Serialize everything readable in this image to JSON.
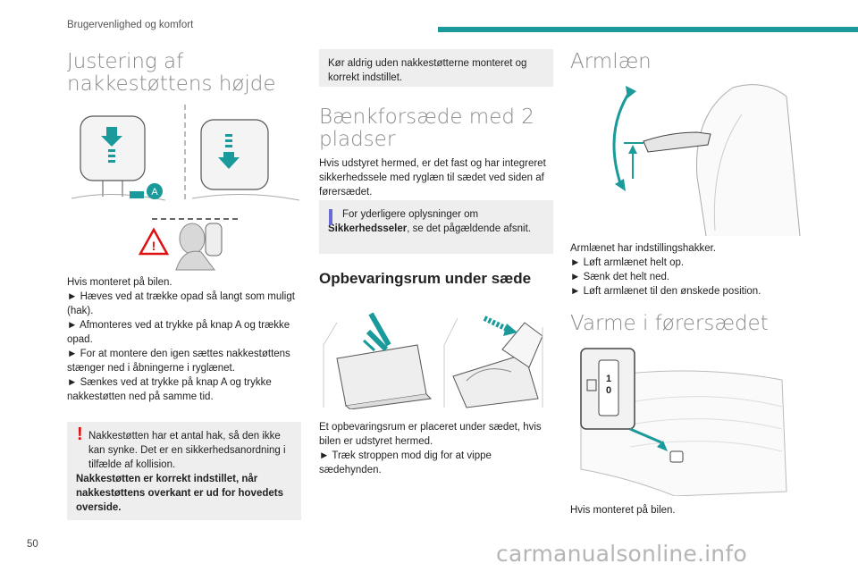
{
  "header": {
    "title": "Brugervenlighed og komfort"
  },
  "page_number": "50",
  "watermark": "carmanualsonline.info",
  "col1": {
    "title": "Justering af nakkestøttens højde",
    "figure": {
      "label_a": "A"
    },
    "paragraphs": [
      "Hvis monteret på bilen.",
      "► Hæves ved at trække opad så langt som muligt (hak).",
      "► Afmonteres ved at trykke på knap A og trække opad.",
      "► For at montere den igen sættes nakkestøttens stænger ned i åbningerne i ryglænet.",
      "► Sænkes ved at trykke på knap A og trykke nakkestøtten ned på samme tid."
    ],
    "warning": {
      "text": "Nakkestøtten har et antal hak, så den ikke kan synke. Det er en sikkerhedsanordning i tilfælde af kollision.",
      "bold": "Nakkestøtten er korrekt indstillet, når nakkestøttens overkant er ud for hovedets overside."
    }
  },
  "col2": {
    "note_top": "Kør aldrig uden nakkestøtterne monteret og korrekt indstillet.",
    "bench_title": "Bænkforsæde med 2 pladser",
    "bench_text": "Hvis udstyret hermed, er det fast og har integreret sikkerhedssele med ryglæn til sædet ved siden af førersædet.",
    "info": {
      "text_pre": "For yderligere oplysninger om ",
      "bold": "Sikkerhedsseler",
      "text_post": ", se det pågældende afsnit."
    },
    "storage_title": "Opbevaringsrum under sæde",
    "storage_paragraphs": [
      "Et opbevaringsrum er placeret under sædet, hvis bilen er udstyret hermed.",
      "► Træk stroppen mod dig for at vippe sædehynden."
    ]
  },
  "col3": {
    "armrest_title": "Armlæn",
    "armrest_paragraphs": [
      "Armlænet har indstillingshakker.",
      "► Løft armlænet helt op.",
      "► Sænk det helt ned.",
      "► Løft armlænet til den ønskede position."
    ],
    "heat_title": "Varme i førersædet",
    "heat_switch": {
      "top": "1",
      "bottom": "0"
    },
    "heat_text": "Hvis monteret på bilen."
  },
  "colors": {
    "accent": "#1a9a9a",
    "warning": "#dd1111",
    "info": "#6b6bd6",
    "box": "#eeeeee"
  }
}
